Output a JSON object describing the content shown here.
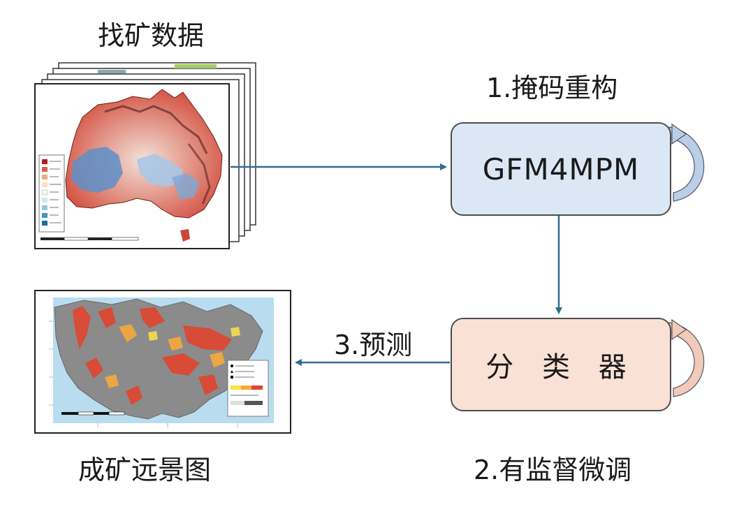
{
  "labels": {
    "input_data": "找矿数据",
    "step1": "1.掩码重构",
    "step2": "2.有监督微调",
    "step3": "3.预测",
    "output_map": "成矿远景图"
  },
  "boxes": {
    "model": "GFM4MPM",
    "classifier": "分 类 器"
  },
  "colors": {
    "model_fill": "#dbe7f5",
    "classifier_fill": "#fae1d6",
    "arrow": "#2e6e8e",
    "loop_blue": "#b9cfe6",
    "loop_orange": "#f1cbb8",
    "box_border": "#4d4d4d"
  }
}
